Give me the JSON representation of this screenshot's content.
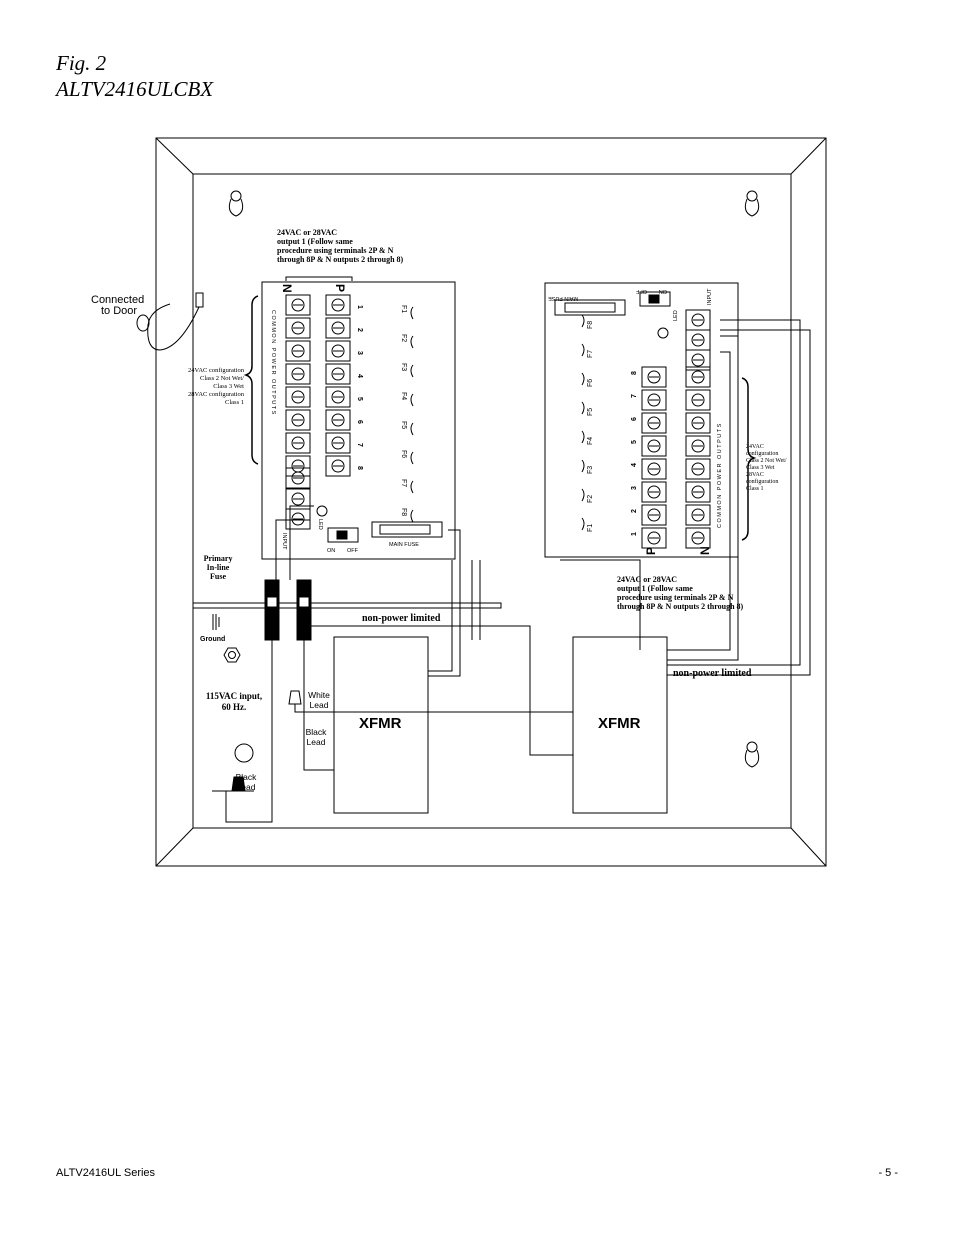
{
  "figure": {
    "line1": "Fig. 2",
    "line2": "ALTV2416ULCBX"
  },
  "footer": {
    "left": "ALTV2416UL Series",
    "right": "- 5 -"
  },
  "labels": {
    "connected_door_1": "Connected",
    "connected_door_2": "to Door",
    "output_note_left": [
      "24VAC or 28VAC",
      "output 1 (Follow same",
      "procedure using terminals 2P & N",
      "through 8P & N outputs 2 through 8)"
    ],
    "output_note_right": [
      "24VAC or 28VAC",
      "output 1 (Follow same",
      "procedure using terminals 2P & N",
      "through 8P & N outputs 2 through 8)"
    ],
    "config_left": [
      "24VAC configuration",
      "Class 2 Not Wet/",
      "Class 3 Wet",
      "28VAC configuration",
      "Class 1"
    ],
    "config_right": [
      "24VAC",
      "configuration",
      "Class 2 Not Wet/",
      "Class 3 Wet",
      "28VAC",
      "configuration",
      "Class 1"
    ],
    "primary_fuse": [
      "Primary",
      "In-line",
      "Fuse"
    ],
    "ground": "Ground",
    "non_power_limited_1": "non-power limited",
    "non_power_limited_2": "non-power limited",
    "input_115": [
      "115VAC input,",
      "60 Hz."
    ],
    "white_lead": [
      "White",
      "Lead"
    ],
    "black_lead_1": [
      "Black",
      "Lead"
    ],
    "black_lead_2": [
      "Black",
      "Lead"
    ],
    "xfmr_1": "XFMR",
    "xfmr_2": "XFMR",
    "board_common_outputs": "COMMON  POWER  OUTPUTS",
    "board_n": "N",
    "board_p": "P",
    "board_input": "INPUT",
    "board_led": "LED",
    "board_main_fuse": "MAIN FUSE",
    "board_on": "ON",
    "board_off": "OFF",
    "fuses": [
      "F1",
      "F2",
      "F3",
      "F4",
      "F5",
      "F6",
      "F7",
      "F8"
    ],
    "outputs": [
      "1",
      "2",
      "3",
      "4",
      "5",
      "6",
      "7",
      "8"
    ]
  }
}
